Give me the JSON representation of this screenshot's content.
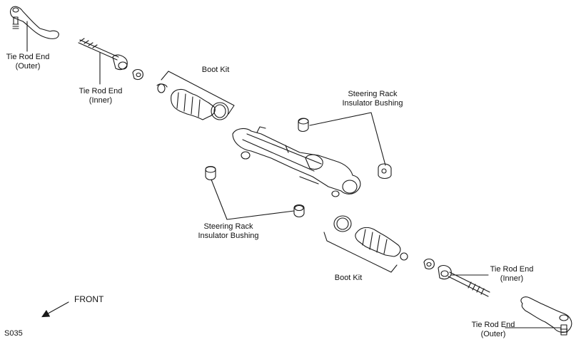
{
  "labels": {
    "tie_rod_end_outer_left": [
      "Tie Rod End",
      "(Outer)"
    ],
    "tie_rod_end_inner_left": [
      "Tie Rod End",
      "(Inner)"
    ],
    "boot_kit_left": "Boot Kit",
    "bushing_upper": [
      "Steering Rack",
      "Insulator Bushing"
    ],
    "bushing_lower": [
      "Steering Rack",
      "Insulator Bushing"
    ],
    "boot_kit_right": "Boot Kit",
    "tie_rod_end_inner_right": [
      "Tie Rod End",
      "(Inner)"
    ],
    "tie_rod_end_outer_right": [
      "Tie Rod End",
      "(Outer)"
    ]
  },
  "direction": "FRONT",
  "figure_code": "S035",
  "colors": {
    "line": "#1a1a1a",
    "background": "#ffffff"
  }
}
